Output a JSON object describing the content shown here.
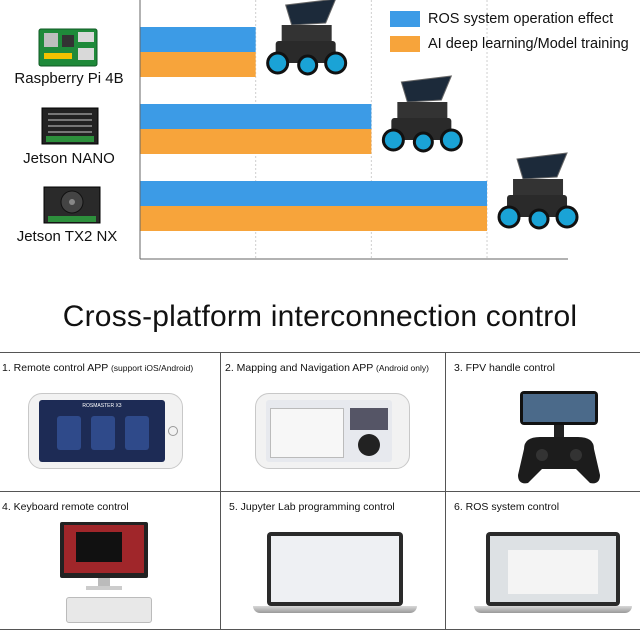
{
  "chart_data": {
    "type": "bar",
    "orientation": "horizontal",
    "categories": [
      "Raspberry Pi 4B",
      "Jetson NANO",
      "Jetson TX2 NX"
    ],
    "series": [
      {
        "name": "ROS system operation effect",
        "color": "#3c9be6",
        "values": [
          1,
          2,
          3
        ]
      },
      {
        "name": "AI deep learning/Model training",
        "color": "#f7a43b",
        "values": [
          1,
          2,
          3
        ]
      }
    ],
    "xlim": [
      0,
      3.7
    ],
    "grid": true,
    "legend": "top-right"
  },
  "heading": "Cross-platform interconnection control",
  "features": [
    {
      "title": "1. Remote control APP",
      "note": "(support iOS/Android)",
      "app_title": "ROSMASTER X3"
    },
    {
      "title": "2. Mapping and Navigation APP",
      "note": "(Android only)"
    },
    {
      "title": "3. FPV handle control",
      "note": ""
    },
    {
      "title": "4. Keyboard remote control",
      "note": ""
    },
    {
      "title": "5. Jupyter Lab programming control",
      "note": ""
    },
    {
      "title": "6. ROS system control",
      "note": ""
    }
  ],
  "icons": [
    "raspberry-pi-board-icon",
    "jetson-nano-board-icon",
    "jetson-tx2-board-icon",
    "robot-car-icon",
    "gamepad-icon",
    "keyboard-icon",
    "monitor-icon",
    "laptop-icon",
    "phone-icon"
  ]
}
